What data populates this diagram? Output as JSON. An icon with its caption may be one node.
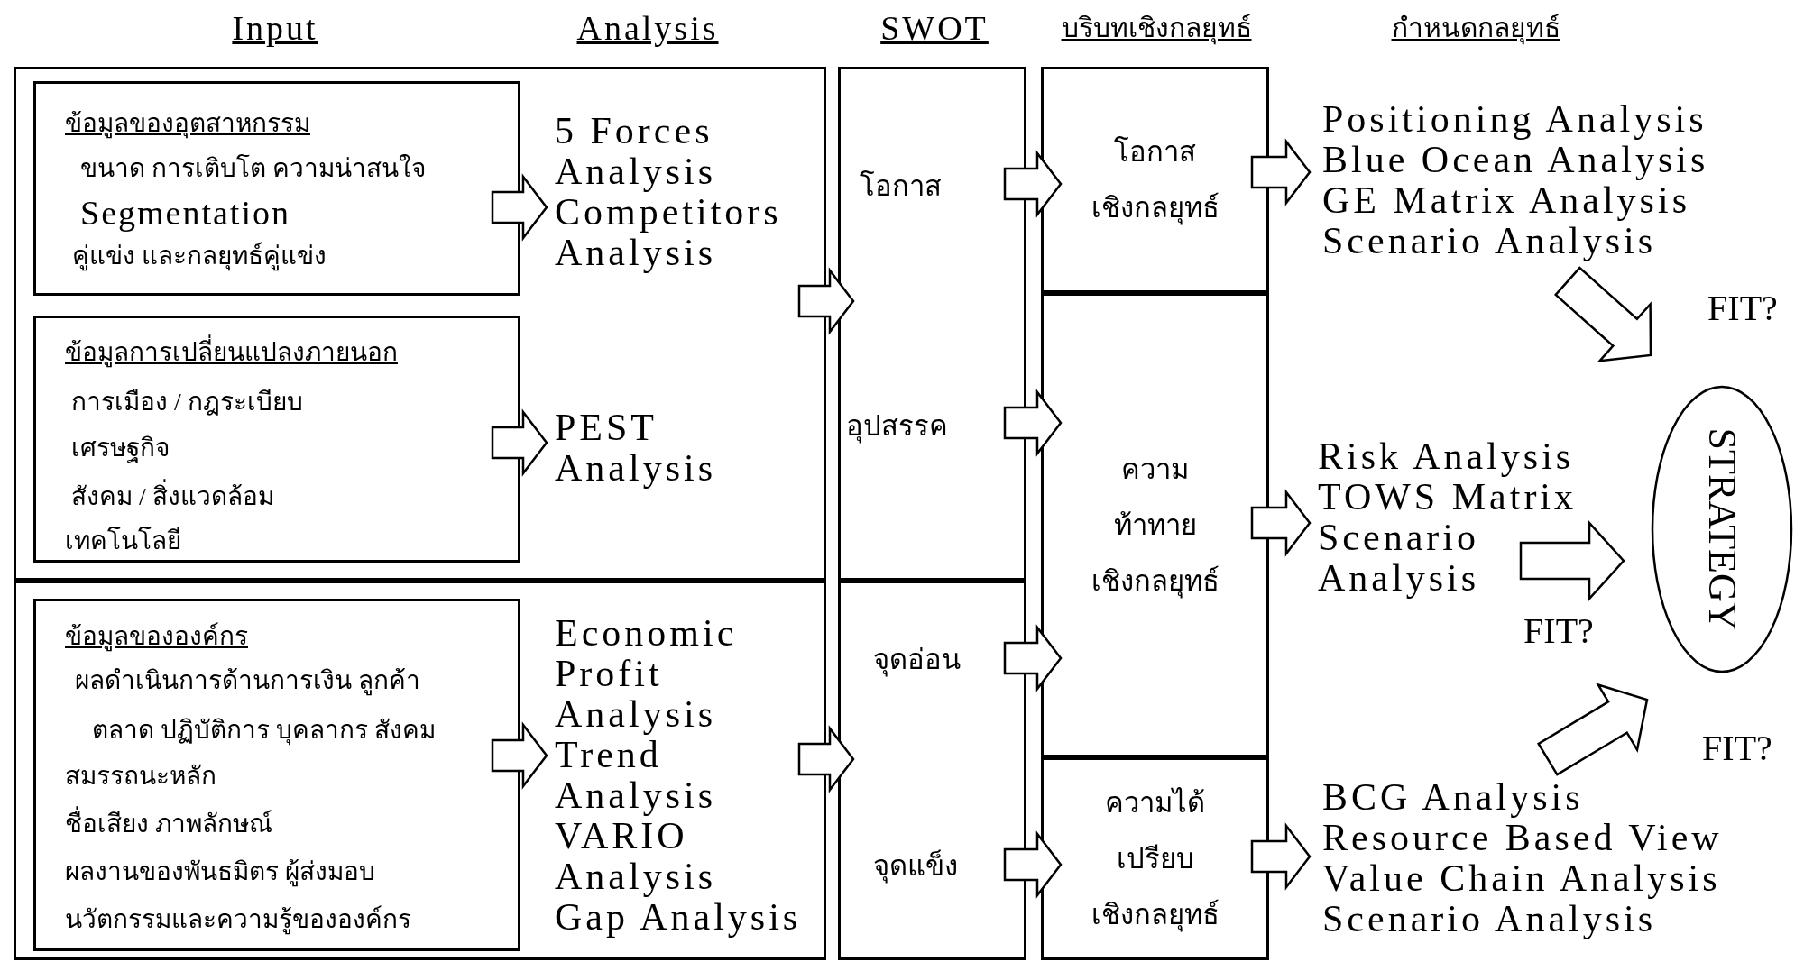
{
  "diagram": {
    "nodes": [
      {
        "text": [],
        "shape": "box"
      },
      {
        "text": [
          "ข้อมูลของอุตสาหกรรม",
          "ขนาด การเติบโต ความน่าสนใจ",
          "Segmentation",
          "คู่แข่ง และกลยุทธ์คู่แข่ง"
        ],
        "in": 0
      },
      {
        "text": [
          "5 Forces Analysis",
          "Competitors Analysis"
        ],
        "in": 0
      },
      {
        "text": [
          "ข้อมูลการเปลี่ยนแปลงภายนอก",
          "การเมือง / กฎระเบียบ",
          "เศรษฐกิจ",
          "สังคม / สิ่งแวดล้อม",
          "เทคโนโลยี"
        ],
        "in": 0
      },
      {
        "text": [
          "PEST Analysis"
        ],
        "in": 0
      },
      {
        "text": [],
        "shape": "box"
      },
      {
        "text": [
          "ข้อมูลขององค์กร",
          "ผลดำเนินการด้านการเงิน ลูกค้า",
          "ตลาด ปฏิบัติการ บุคลากร สังคม",
          "สมรรถนะหลัก",
          "ชื่อเสียง ภาพลักษณ์",
          "ผลงานของพันธมิตร ผู้ส่งมอบ",
          "นวัตกรรมและความรู้ขององค์กร"
        ],
        "in": 5
      },
      {
        "text": [
          "Economic Profit Analysis",
          "Trend Analysis",
          "VARIO Analysis",
          "Gap Analysis"
        ],
        "in": 5
      },
      {
        "text": [],
        "shape": "box"
      },
      {
        "text": [
          "โอกาส"
        ],
        "in": 8
      },
      {
        "text": [
          "อุปสรรค"
        ],
        "in": 8
      },
      {
        "text": [],
        "shape": "box"
      },
      {
        "text": [
          "จุดอ่อน"
        ],
        "in": 11
      },
      {
        "text": [
          "จุดแข็ง"
        ],
        "in": 11
      },
      {
        "text": [
          "โอกาสเชิงกลยุทธ์"
        ]
      },
      {
        "text": [
          "ความท้าทายเชิงกลยุทธ์"
        ]
      },
      {
        "text": [
          "ความได้เปรียบเชิงกลยุทธ์"
        ]
      },
      {
        "text": [
          "Positioning Analysis",
          "Blue Ocean Analysis",
          "GE Matrix Analysis",
          "Scenario Analysis"
        ]
      },
      {
        "text": [
          "Risk Analysis",
          "TOWS Matrix",
          "Scenario Analysis"
        ]
      },
      {
        "text": [
          "BCG Analysis",
          "Resource Based View",
          "Value Chain Analysis",
          "Scenario Analysis"
        ]
      },
      {
        "text": [
          "STRATEGY"
        ]
      }
    ],
    "edges": [
      {
        "from": 1,
        "to": 2,
        "arrow": "to"
      },
      {
        "from": 3,
        "to": 4,
        "arrow": "to"
      },
      {
        "from": 6,
        "to": 7,
        "arrow": "to"
      },
      {
        "from": 0,
        "to": 8,
        "arrow": "to"
      },
      {
        "from": 5,
        "to": 11,
        "arrow": "to"
      },
      {
        "from": 9,
        "to": 14,
        "arrow": "to"
      },
      {
        "from": 10,
        "to": 15,
        "arrow": "to"
      },
      {
        "from": 12,
        "to": 15,
        "arrow": "to"
      },
      {
        "from": 13,
        "to": 16,
        "arrow": "to"
      },
      {
        "from": 14,
        "to": 17,
        "arrow": "to"
      },
      {
        "from": 15,
        "to": 18,
        "arrow": "to"
      },
      {
        "from": 16,
        "to": 19,
        "arrow": "to"
      },
      {
        "from": 17,
        "to": 20,
        "arrow": "to",
        "label": "FIT?"
      },
      {
        "from": 18,
        "to": 20,
        "arrow": "to",
        "label": "FIT?"
      },
      {
        "from": 19,
        "to": 20,
        "arrow": "to",
        "label": "FIT?"
      }
    ],
    "labels": [
      "Input",
      "Analysis",
      "SWOT",
      "บริบทเชิงกลยุทธ์",
      "กำหนดกลยุทธ์"
    ]
  }
}
